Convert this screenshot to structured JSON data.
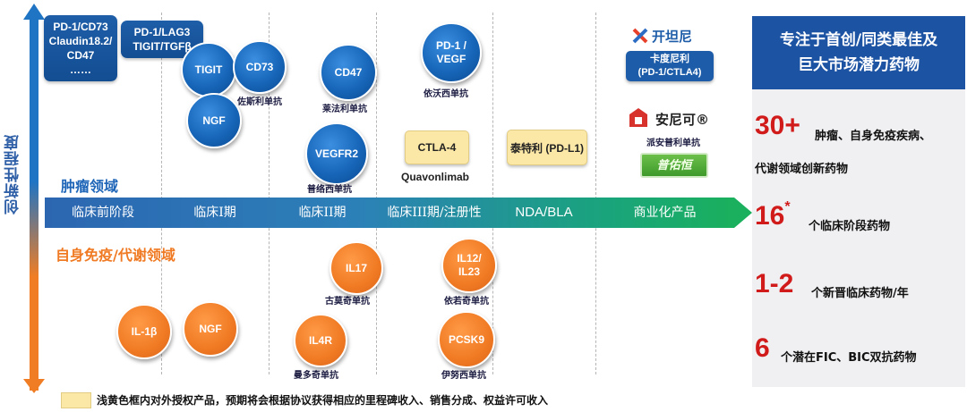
{
  "axis": {
    "innovation_label": "创新性程度"
  },
  "stages": [
    "临床前阶段",
    "临床I期",
    "临床II期",
    "临床III期/注册性",
    "NDA/BLA",
    "商业化产品"
  ],
  "fields": {
    "oncology": "肿瘤领域",
    "autoimmune": "自身免疫/代谢领域"
  },
  "oncology": {
    "preclinical_box1": [
      "PD-1/CD73",
      "Claudin18.2/",
      "CD47",
      "……"
    ],
    "preclinical_box2": [
      "PD-1/LAG3",
      "TIGIT/TGFβ"
    ],
    "tigit": "TIGIT",
    "cd73": "CD73",
    "cd73_caption": "佐斯利单抗",
    "ngf": "NGF",
    "cd47": "CD47",
    "cd47_caption": "莱法利单抗",
    "vegfr2": "VEGFR2",
    "vegfr2_caption": "普络西单抗",
    "pd1_vegf": [
      "PD-1 /",
      "VEGF"
    ],
    "pd1_vegf_caption": "依沃西单抗",
    "ctla4": "CTLA-4",
    "ctla4_caption": "Quavonlimab",
    "pdl1": "泰特利 (PD-L1)"
  },
  "commercial": {
    "kaitanni_logo": "开坦尼",
    "kdnl": [
      "卡度尼利",
      "(PD-1/CTLA4)"
    ],
    "anike_logo": "安尼可®",
    "anike_caption": "派安普利单抗",
    "puyouheng": "普佑恒"
  },
  "autoimmune": {
    "il1b": "IL-1β",
    "ngf": "NGF",
    "il17": "IL17",
    "il17_caption": "古莫奇单抗",
    "il4r": "IL4R",
    "il4r_caption": "曼多奇单抗",
    "il12_23": [
      "IL12/",
      "IL23"
    ],
    "il12_23_caption": "依若奇单抗",
    "pcsk9": "PCSK9",
    "pcsk9_caption": "伊努西单抗"
  },
  "right_panel": {
    "header": [
      "专注于首创/同类最佳及",
      "巨大市场潜力药物"
    ],
    "stats": [
      {
        "num": "30+",
        "text1": "肿瘤、自身免疫疾病、",
        "text2": "代谢领域创新药物"
      },
      {
        "num": "16",
        "sup": "*",
        "text1": "个临床阶段药物"
      },
      {
        "num": "1-2",
        "text1": "个新晋临床药物/年"
      },
      {
        "num": "6",
        "text1": "个潜在FIC、BIC双抗药物"
      }
    ]
  },
  "legend": "浅黄色框内对外授权产品，预期将会根据协议获得相应的里程碑收入、销售分成、权益许可收入",
  "colors": {
    "blue": "#1d5ca8",
    "orange": "#f07a23",
    "red": "#d11a1a",
    "green": "#1ab05d",
    "yellow": "#fce8a6"
  }
}
